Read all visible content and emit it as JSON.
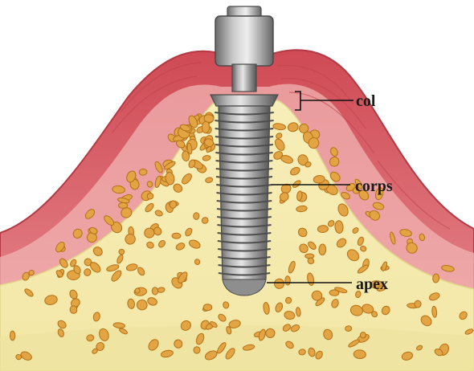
{
  "labels": {
    "col": "col",
    "corps": "corps",
    "apex": "apex"
  },
  "colors": {
    "gum_outer": "#c9414b",
    "gum_inner": "#e58a8f",
    "gum_highlight": "#f3b9b7",
    "bone": "#f7efb4",
    "bone_dark": "#eadf8e",
    "trabecula_fill": "#e3a544",
    "trabecula_stroke": "#b37016",
    "implant_light": "#d8d8d8",
    "implant_mid": "#9a9a9a",
    "implant_dark": "#5e5e5e"
  }
}
